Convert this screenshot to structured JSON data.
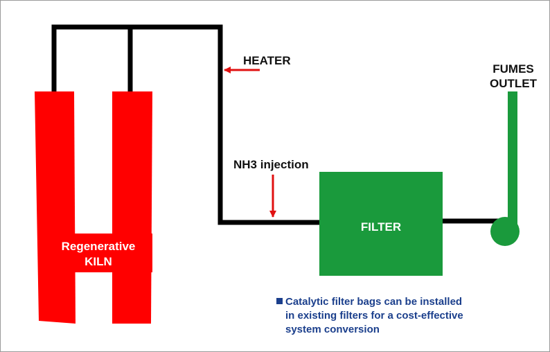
{
  "diagram": {
    "kiln": {
      "line1": "Regenerative",
      "line2": "KILN"
    },
    "heater_label": "HEATER",
    "nh3_label": "NH3 injection",
    "filter_label": "FILTER",
    "fumes": {
      "line1": "FUMES",
      "line2": "OUTLET"
    },
    "note": {
      "line1": "Catalytic filter bags can be installed",
      "line2": "in existing filters for a cost-effective",
      "line3": "system conversion"
    },
    "colors": {
      "kiln": "#ff0000",
      "filter": "#1a9a3c",
      "duct": "#000000",
      "arrow": "#e01010",
      "note_text": "#1b3f8c"
    }
  }
}
